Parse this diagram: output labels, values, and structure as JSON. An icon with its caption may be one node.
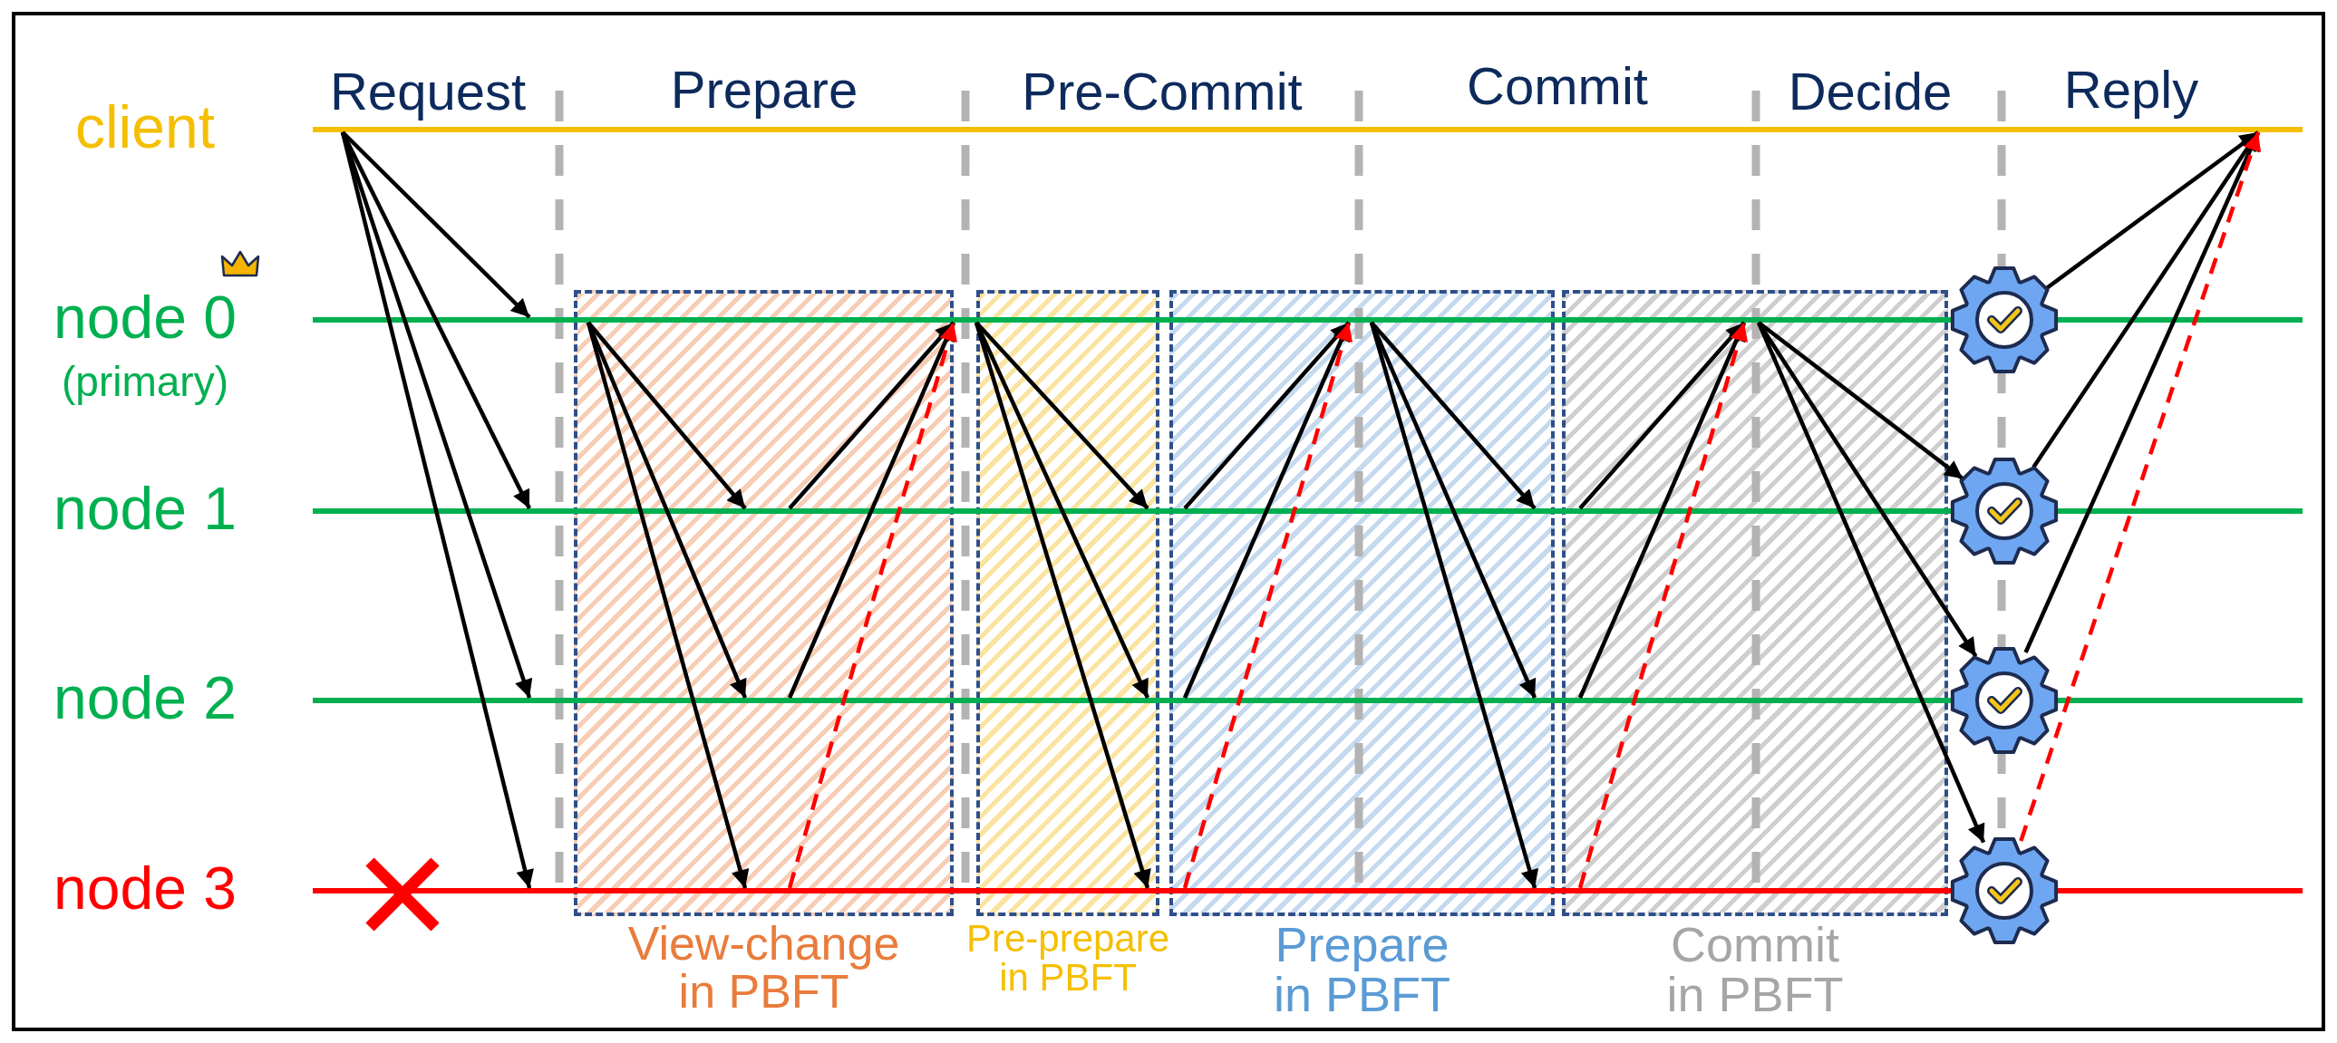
{
  "diagram": {
    "nodes": [
      {
        "text": [
          "client"
        ]
      },
      {
        "text": [
          "node 0",
          "(primary)"
        ]
      },
      {
        "text": [
          "node 1"
        ]
      },
      {
        "text": [
          "node 2"
        ]
      },
      {
        "text": [
          "node 3"
        ]
      },
      {
        "text": [],
        "shape": "gear"
      },
      {
        "text": [],
        "shape": "gear"
      },
      {
        "text": [],
        "shape": "gear"
      },
      {
        "text": [],
        "shape": "gear"
      }
    ],
    "edges": [
      {
        "from": 0,
        "to": 1,
        "arrow": "to"
      },
      {
        "from": 0,
        "to": 2,
        "arrow": "to"
      },
      {
        "from": 0,
        "to": 3,
        "arrow": "to"
      },
      {
        "from": 0,
        "to": 4,
        "arrow": "to"
      },
      {
        "from": 1,
        "to": 2,
        "arrow": "to"
      },
      {
        "from": 1,
        "to": 3,
        "arrow": "to"
      },
      {
        "from": 1,
        "to": 4,
        "arrow": "to"
      },
      {
        "from": 2,
        "to": 1,
        "arrow": "to"
      },
      {
        "from": 3,
        "to": 1,
        "arrow": "to"
      },
      {
        "from": 4,
        "to": 1,
        "arrow": "to",
        "style": "dashed",
        "color": "#ff0000"
      },
      {
        "from": 1,
        "to": 2,
        "arrow": "to"
      },
      {
        "from": 1,
        "to": 3,
        "arrow": "to"
      },
      {
        "from": 1,
        "to": 4,
        "arrow": "to"
      },
      {
        "from": 2,
        "to": 1,
        "arrow": "to"
      },
      {
        "from": 3,
        "to": 1,
        "arrow": "to"
      },
      {
        "from": 4,
        "to": 1,
        "arrow": "to",
        "style": "dashed",
        "color": "#ff0000"
      },
      {
        "from": 1,
        "to": 2,
        "arrow": "to"
      },
      {
        "from": 1,
        "to": 3,
        "arrow": "to"
      },
      {
        "from": 1,
        "to": 4,
        "arrow": "to"
      },
      {
        "from": 2,
        "to": 1,
        "arrow": "to"
      },
      {
        "from": 3,
        "to": 1,
        "arrow": "to"
      },
      {
        "from": 4,
        "to": 1,
        "arrow": "to",
        "style": "dashed",
        "color": "#ff0000"
      },
      {
        "from": 1,
        "to": 6,
        "arrow": "to"
      },
      {
        "from": 1,
        "to": 7,
        "arrow": "to"
      },
      {
        "from": 1,
        "to": 8,
        "arrow": "to"
      },
      {
        "from": 5,
        "to": 0,
        "arrow": "to"
      },
      {
        "from": 6,
        "to": 0,
        "arrow": "to"
      },
      {
        "from": 7,
        "to": 0,
        "arrow": "to"
      },
      {
        "from": 8,
        "to": 0,
        "arrow": "to",
        "style": "dashed",
        "color": "#ff0000"
      }
    ],
    "labels": [
      "Request",
      "Prepare",
      "Pre-Commit",
      "Commit",
      "Decide",
      "Reply",
      "View-change in PBFT",
      "Pre-prepare in PBFT",
      "Prepare in PBFT",
      "Commit in PBFT"
    ]
  }
}
